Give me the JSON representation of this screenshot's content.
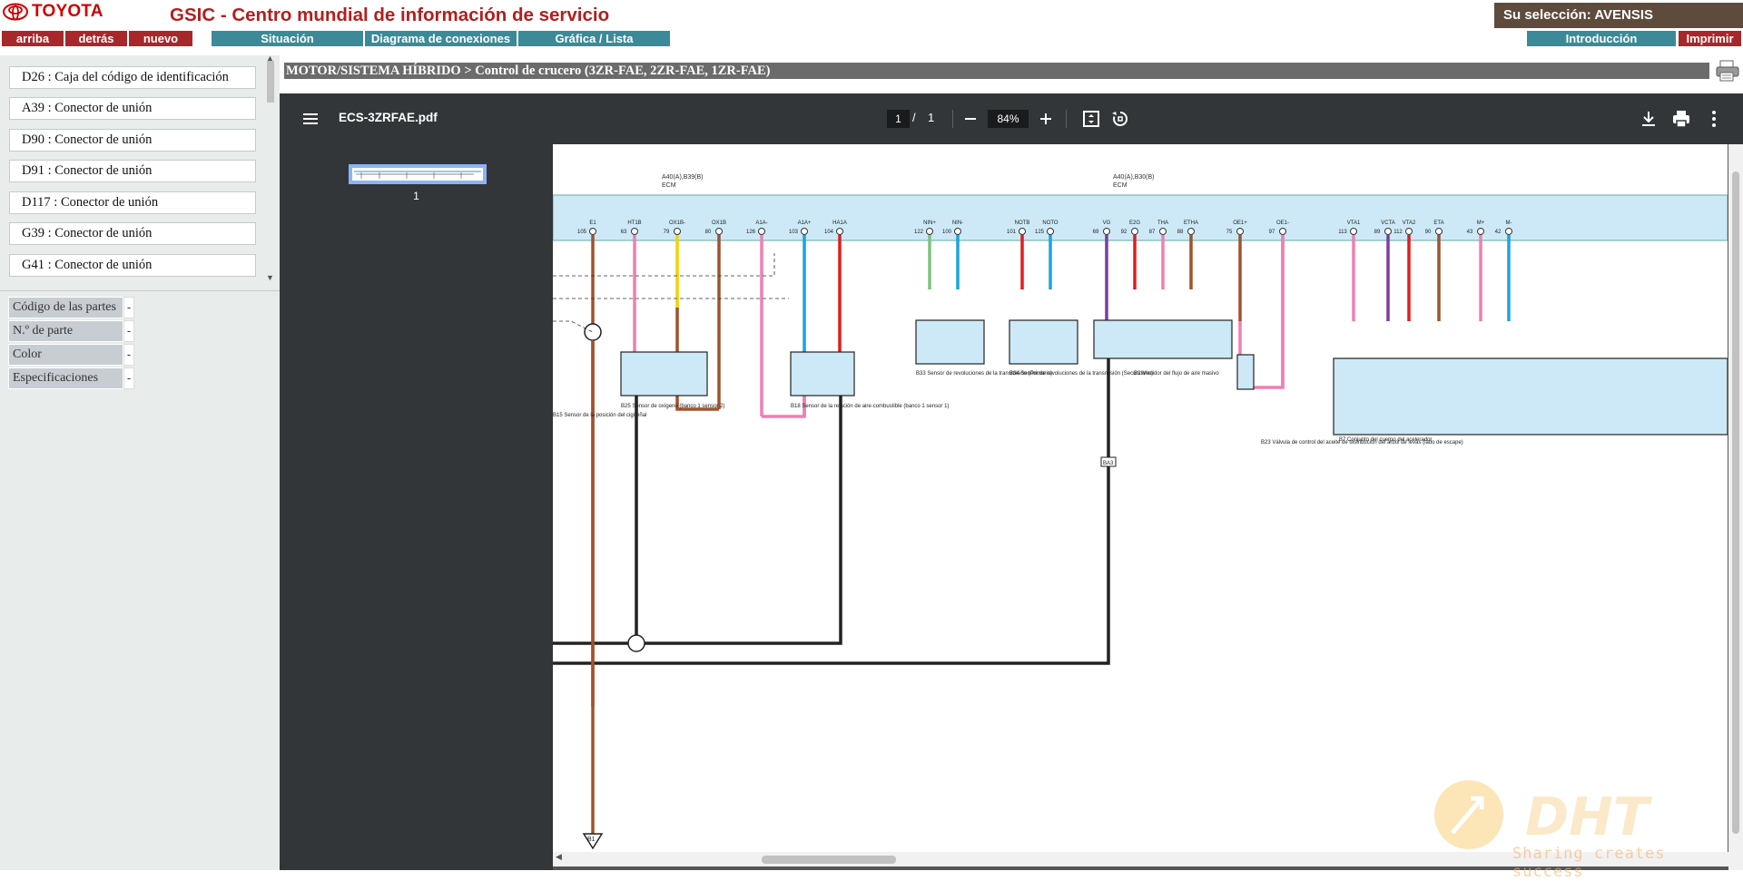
{
  "header": {
    "brand": "TOYOTA",
    "title": "GSIC - Centro mundial de información de servicio",
    "selection": "Su selección: AVENSIS",
    "nav_left": [
      "arriba",
      "detrás",
      "nuevo"
    ],
    "nav_center": [
      "Situación",
      "Diagrama de conexiones",
      "Gráfica / Lista"
    ],
    "nav_right": [
      "Introducción",
      "Imprimir"
    ]
  },
  "connector_list": [
    "D26 : Caja del código de identificación",
    "A39 : Conector de unión",
    "D90 : Conector de unión",
    "D91 : Conector de unión",
    "D117 : Conector de unión",
    "G39 : Conector de unión",
    "G41 : Conector de unión"
  ],
  "properties": [
    {
      "label": "Código de las partes",
      "value": "-"
    },
    {
      "label": "N.º de parte",
      "value": "-"
    },
    {
      "label": "Color",
      "value": "-"
    },
    {
      "label": "Especificaciones",
      "value": "-"
    }
  ],
  "breadcrumb": "MOTOR/SISTEMA HÍBRIDO > Control de crucero (3ZR-FAE, 2ZR-FAE, 1ZR-FAE)",
  "pdf": {
    "filename": "ECS-3ZRFAE.pdf",
    "current_page": "1",
    "page_sep": "/",
    "total_pages": "1",
    "zoom": "84%",
    "thumbnail_label": "1"
  },
  "diagram": {
    "ecm_left_label": "A40(A),B39(B)",
    "ecm_left_name": "ECM",
    "ecm_right_label": "A40(A),B30(B)",
    "ecm_right_name": "ECM",
    "pins": [
      {
        "name": "E1",
        "num": "105"
      },
      {
        "name": "HT1B",
        "num": "63"
      },
      {
        "name": "OX1B-",
        "num": "79"
      },
      {
        "name": "OX1B",
        "num": "80"
      },
      {
        "name": "A1A-",
        "num": "126"
      },
      {
        "name": "A1A+",
        "num": "103"
      },
      {
        "name": "HA1A",
        "num": "104"
      },
      {
        "name": "NIN+",
        "num": "122"
      },
      {
        "name": "NIN-",
        "num": "100"
      },
      {
        "name": "NOTB",
        "num": "101"
      },
      {
        "name": "NOTO",
        "num": "125"
      },
      {
        "name": "VG",
        "num": "69"
      },
      {
        "name": "E2G",
        "num": "92"
      },
      {
        "name": "THA",
        "num": "87"
      },
      {
        "name": "ETHA",
        "num": "88"
      },
      {
        "name": "OE1+",
        "num": "75"
      },
      {
        "name": "OE1-",
        "num": "97"
      },
      {
        "name": "VTA1",
        "num": "113"
      },
      {
        "name": "VCTA",
        "num": "89"
      },
      {
        "name": "VTA2",
        "num": "112"
      },
      {
        "name": "ETA",
        "num": "90"
      },
      {
        "name": "M+",
        "num": "43"
      },
      {
        "name": "M-",
        "num": "42"
      }
    ],
    "components": [
      {
        "id": "B25",
        "desc": "Sensor de oxígeno (banco 1 sensor 2)"
      },
      {
        "id": "B18",
        "desc": "Sensor de la relación de aire-combustible (banco 1 sensor 1)"
      },
      {
        "id": "B33",
        "desc": "Sensor de revoluciones de la transmisión (Primario)"
      },
      {
        "id": "B34",
        "desc": "Sensor de revoluciones de la transmisión (Secundario)"
      },
      {
        "id": "B2",
        "desc": "Medidor del flujo de aire masivo"
      },
      {
        "id": "B23",
        "desc": "Válvula de control del aceite de distribución del árbol de levas (lado de escape)"
      },
      {
        "id": "B7",
        "desc": "Conjunto del cuerpo del acelerador"
      },
      {
        "id": "B15",
        "desc": "Sensor de la posición del cigüeñal"
      }
    ],
    "ground": "B1",
    "junction": "BA3"
  },
  "watermark": {
    "brand": "DHT",
    "tagline": "Sharing creates success"
  },
  "colors": {
    "toyota_red": "#c00",
    "nav_red": "#a7282b",
    "nav_teal": "#3c8a98",
    "selection_bg": "#5e4b3b",
    "viewer_dark": "#323639",
    "ecm_box": "#cde9f7"
  }
}
